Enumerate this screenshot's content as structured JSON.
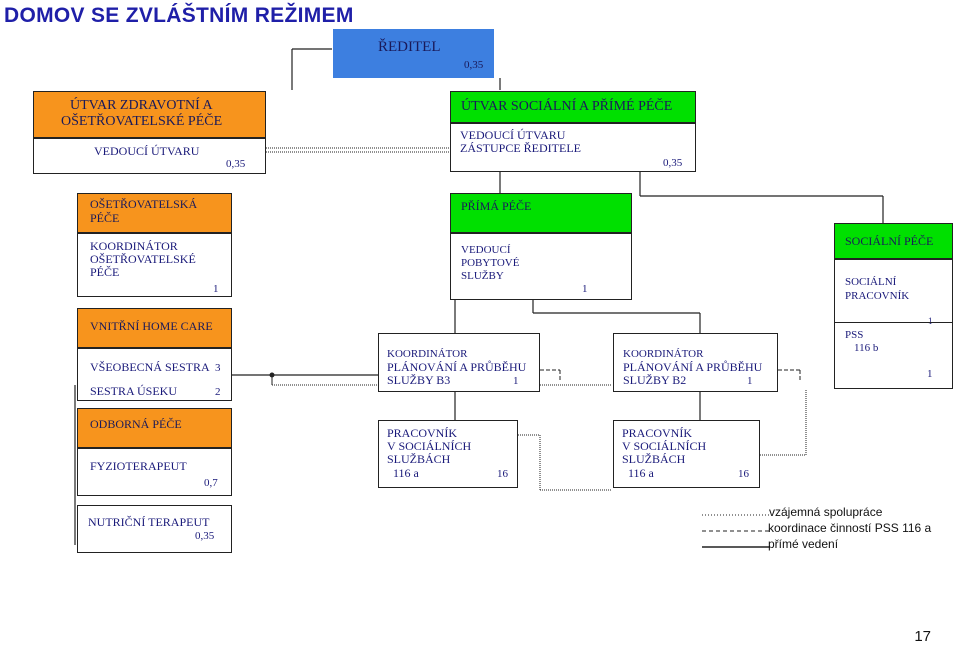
{
  "title": "DOMOV SE ZVLÁŠTNÍM REŽIMEM",
  "director": {
    "label": "ŘEDITEL",
    "value": "0,35"
  },
  "health": {
    "header": [
      "ÚTVAR ZDRAVOTNÍ A",
      "OŠETŘOVATELSKÉ PÉČE"
    ],
    "role": "VEDOUCÍ ÚTVARU",
    "value": "0,35"
  },
  "social": {
    "header": "ÚTVAR SOCIÁLNÍ A PŘÍMÉ PÉČE",
    "role1": "VEDOUCÍ ÚTVARU",
    "role2": "ZÁSTUPCE ŘEDITELE",
    "value": "0,35"
  },
  "nursing": {
    "header": [
      "OŠETŘOVATELSKÁ",
      "PÉČE"
    ],
    "role": [
      "KOORDINÁTOR",
      "OŠETŘOVATELSKÉ",
      "PÉČE"
    ],
    "value": "1"
  },
  "direct": {
    "header": "PŘÍMÁ PÉČE",
    "role": [
      "VEDOUCÍ",
      "POBYTOVÉ",
      "SLUŽBY"
    ],
    "value": "1"
  },
  "socialcare": {
    "header": "SOCIÁLNÍ PÉČE",
    "role": [
      "SOCIÁLNÍ",
      "PRACOVNÍK"
    ],
    "value": "1",
    "pss": "PSS",
    "pss_code": "116 b",
    "pss_value": "1"
  },
  "homecare": {
    "header": "VNITŘNÍ HOME CARE",
    "nurse": "VŠEOBECNÁ SESTRA",
    "nurse_value": "3",
    "ward": "SESTRA ÚSEKU",
    "ward_value": "2"
  },
  "coord_b3": {
    "lines": [
      "KOORDINÁTOR",
      "PLÁNOVÁNÍ A PRŮBĚHU",
      "SLUŽBY  B3"
    ],
    "value": "1"
  },
  "coord_b2": {
    "lines": [
      "KOORDINÁTOR",
      "PLÁNOVÁNÍ A PRŮBĚHU",
      "SLUŽBY  B2"
    ],
    "value": "1"
  },
  "specialist": {
    "header": "ODBORNÁ PÉČE",
    "role": "FYZIOTERAPEUT",
    "value": "0,7"
  },
  "worker1": {
    "lines": [
      "PRACOVNÍK",
      "V SOCIÁLNÍCH",
      "SLUŽBÁCH"
    ],
    "code": "116 a",
    "value": "16"
  },
  "worker2": {
    "lines": [
      "PRACOVNÍK",
      "V SOCIÁLNÍCH",
      "SLUŽBÁCH"
    ],
    "code": "116 a",
    "value": "16"
  },
  "nutrition": {
    "role": "NUTRIČNÍ   TERAPEUT",
    "value": "0,35"
  },
  "legend": {
    "items": [
      "vzájemná spolupráce",
      "koordinace činností PSS 116 a",
      "přímé vedení"
    ]
  },
  "page_number": "17",
  "colors": {
    "orange": "#f7941d",
    "green": "#00e000",
    "blue": "#3d7fe0",
    "title": "#1f1fa8"
  }
}
